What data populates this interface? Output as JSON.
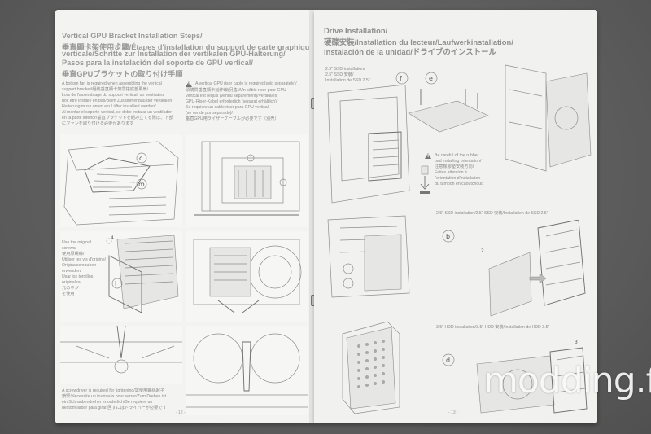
{
  "left_page": {
    "title_lines": [
      "Vertical GPU Bracket Installation Steps/",
      "垂直顯卡架使用步驟/Étapes d'installation du support de carte graphique",
      "verticale/Schritte zur Installation der vertikalen GPU-Halterung/",
      "Pasos para la instalación del soporte de GPU vertical/",
      "垂直GPUブラケットの取り付け手順"
    ],
    "note_col1": [
      "A bottom fan is required when assembling the vertical",
      "support bracket/組裝垂直顯卡架需搭底部風扇/",
      "Lors de l'assemblage du support vertical, un ventilateur",
      "doit être installé en bas/Beim Zusammenbau der vertikalen",
      "Halterung muss unten ein Lüfter installiert werden/",
      "Al montar el soporte vertical, se debe instalar un ventilador",
      "en la parte inferior/垂直ブラケットを組み立てる際は、下部",
      "にファンを取り付ける必要があります"
    ],
    "note_col2": [
      "A vertical GPU riser cable is required(sold separately)/",
      "須購買垂直顯卡延伸線(另售)/Un câble riser pour GPU",
      "vertical est requis (vendu séparément)/Vertikales",
      "GPU-Riser-Kabel erforderlich (separat erhältlich)/",
      "Se requiere un cable riser para GPU vertical",
      "(se vende por separado)/",
      "垂直GPU用ライザーケーブルが必要です（別売）"
    ],
    "screws_note": [
      "Use the original",
      "screws/",
      "使用原螺絲/",
      "Utiliser les vis d'origine/",
      "Originalschrauben",
      "erwenden/",
      "Usar los tornillos",
      "originales/",
      "元のネジ",
      "を使用"
    ],
    "screwdriver_note": [
      "A screwdriver is required for tightening/需使用螺絲起子",
      "鎖緊/Nécessite un tournevis pour serrer/Zum Drehen ist",
      "ein Schraubendreher erforderlich/Se requiere un",
      "destornillador para girar/回すにはドライバーが必要です"
    ],
    "callouts": [
      "c",
      "m",
      "l",
      "4"
    ],
    "page_number": "- 12 -"
  },
  "right_page": {
    "title_lines": [
      "Drive Installation/",
      "硬碟安裝/Installation du lecteur/Laufwerkinstallation/",
      "Instalación de la unidad/ドライブのインストール"
    ],
    "ssd_label_top": [
      "2.5\" SSD installation/",
      "2.5\" SSD 安裝/",
      "Installation de SSD 2.5\""
    ],
    "rubber_note": [
      "Be careful of the rubber",
      "pad installing orientation/",
      "注意橡膠墊安裝方向/",
      "Faites attention à",
      "l'orientation d'installation",
      "du tampon en caoutchouc"
    ],
    "ssd_label_mid": "2.5\" SSD installation/2.5\" SSD 安裝/Installation de SSD 2.5\"",
    "hdd_label": "3.5\" HDD installation/3.5\" HDD 安裝/Installation de HDD 3.5\"",
    "callouts": [
      "f",
      "e",
      "b",
      "d",
      "2",
      "3"
    ],
    "page_number": "- 13 -"
  },
  "watermark": "modding.fr",
  "icons": [
    "warning-icon",
    "callout-circle",
    "screw-icon"
  ]
}
